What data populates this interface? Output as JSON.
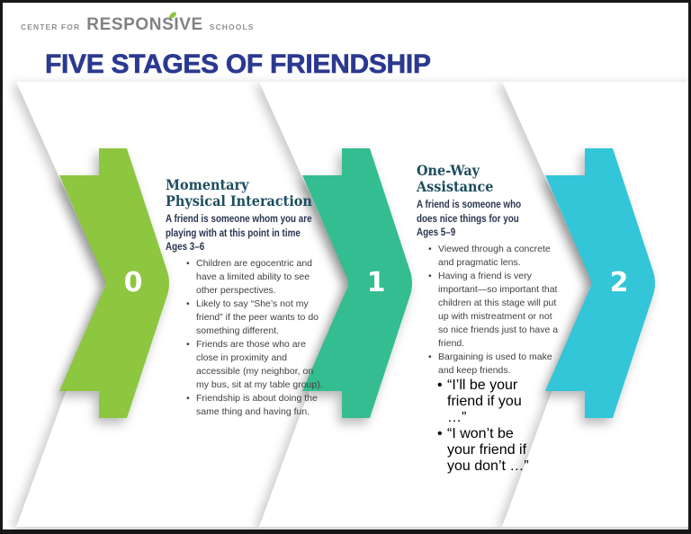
{
  "brand": {
    "pre": "CENTER FOR",
    "name": "RESPONSIVE",
    "post": "SCHOOLS"
  },
  "title": "FIVE STAGES OF FRIENDSHIP",
  "colors": {
    "green": "#8dc63f",
    "teal": "#33bd90",
    "cyan": "#33c5d8",
    "panel": "#ffffff",
    "title_blue": "#2b3990",
    "heading_teal": "#1d4e5f",
    "logo_gray": "#8d9093"
  },
  "chevrons": [
    {
      "number": "0"
    },
    {
      "number": "1"
    },
    {
      "number": "2"
    }
  ],
  "stages": [
    {
      "heading_line1": "Momentary",
      "heading_line2": "Physical Interaction",
      "intro_lines": [
        "A friend is someone whom you are",
        "playing with at this point in time"
      ],
      "ages": "Ages 3–6",
      "bullets": [
        "Children are egocentric and have a limited ability to see other perspectives.",
        "Likely to say “She’s not my friend” if the peer wants to do something different.",
        "Friends are those who are close in proximity and accessible (my neighbor, on my bus, sit at my table group).",
        "Friendship is about doing the same thing and having fun."
      ]
    },
    {
      "heading_line1": "One-Way",
      "heading_line2": "Assistance",
      "intro_lines": [
        "A friend is someone who",
        "does nice things for you"
      ],
      "ages": "Ages 5–9",
      "bullets": [
        "Viewed through a concrete and pragmatic lens.",
        "Having a friend is very important—so important that children at this stage will put up with mistreatment or not so nice friends just to have a friend.",
        "Bargaining is used to make and keep friends."
      ],
      "sub_bullets": [
        "“I’ll be your friend if you …”",
        "“I won’t be your friend if you don’t …”"
      ]
    }
  ]
}
